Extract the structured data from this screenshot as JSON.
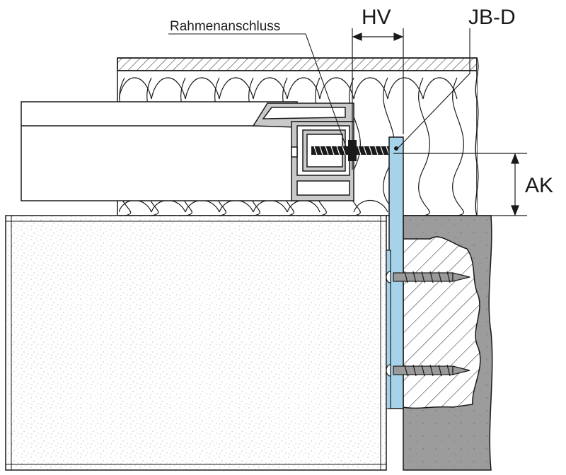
{
  "labels": {
    "rahmenanschluss": "Rahmenanschluss",
    "hv": "HV",
    "jbd": "JB-D",
    "ak": "AK"
  },
  "colors": {
    "bracket": "#a6d3ea",
    "masonry": "#9c9c9c",
    "masonry_light": "#d9d9d9",
    "frame_fill": "#ffffff",
    "frame_grey": "#c9c9c9",
    "stroke": "#1a1a1a",
    "screw": "#9a9a9a"
  }
}
